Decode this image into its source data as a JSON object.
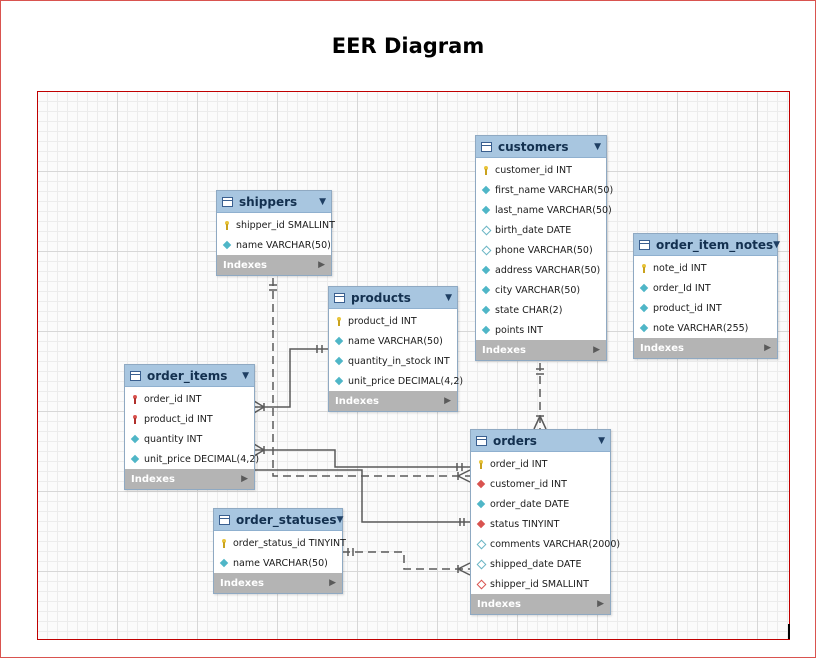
{
  "title": "EER Diagram",
  "indexes_label": "Indexes",
  "colors": {
    "header": "#a8c6e0",
    "frame": "#c00000",
    "line": "#5a5a5a"
  },
  "tables": {
    "shippers": {
      "name": "shippers",
      "columns": [
        {
          "text": "shipper_id SMALLINT",
          "icon": "pk"
        },
        {
          "text": "name VARCHAR(50)",
          "icon": "nn"
        }
      ]
    },
    "products": {
      "name": "products",
      "columns": [
        {
          "text": "product_id INT",
          "icon": "pk"
        },
        {
          "text": "name VARCHAR(50)",
          "icon": "nn"
        },
        {
          "text": "quantity_in_stock INT",
          "icon": "nn"
        },
        {
          "text": "unit_price DECIMAL(4,2)",
          "icon": "nn"
        }
      ]
    },
    "customers": {
      "name": "customers",
      "columns": [
        {
          "text": "customer_id INT",
          "icon": "pk"
        },
        {
          "text": "first_name VARCHAR(50)",
          "icon": "nn"
        },
        {
          "text": "last_name VARCHAR(50)",
          "icon": "nn"
        },
        {
          "text": "birth_date DATE",
          "icon": "col-i"
        },
        {
          "text": "phone VARCHAR(50)",
          "icon": "col-i"
        },
        {
          "text": "address VARCHAR(50)",
          "icon": "nn"
        },
        {
          "text": "city VARCHAR(50)",
          "icon": "nn"
        },
        {
          "text": "state CHAR(2)",
          "icon": "nn"
        },
        {
          "text": "points INT",
          "icon": "nn"
        }
      ]
    },
    "order_item_notes": {
      "name": "order_item_notes",
      "columns": [
        {
          "text": "note_id INT",
          "icon": "pk"
        },
        {
          "text": "order_Id INT",
          "icon": "nn"
        },
        {
          "text": "product_id INT",
          "icon": "nn"
        },
        {
          "text": "note VARCHAR(255)",
          "icon": "nn"
        }
      ]
    },
    "order_items": {
      "name": "order_items",
      "columns": [
        {
          "text": "order_id INT",
          "icon": "pkfk"
        },
        {
          "text": "product_id INT",
          "icon": "pkfk"
        },
        {
          "text": "quantity INT",
          "icon": "nn"
        },
        {
          "text": "unit_price DECIMAL(4,2)",
          "icon": "nn"
        }
      ]
    },
    "orders": {
      "name": "orders",
      "columns": [
        {
          "text": "order_id INT",
          "icon": "pk"
        },
        {
          "text": "customer_id INT",
          "icon": "fk"
        },
        {
          "text": "order_date DATE",
          "icon": "nn"
        },
        {
          "text": "status TINYINT",
          "icon": "fk"
        },
        {
          "text": "comments VARCHAR(2000)",
          "icon": "col-i"
        },
        {
          "text": "shipped_date DATE",
          "icon": "col-i"
        },
        {
          "text": "shipper_id SMALLINT",
          "icon": "fkn"
        }
      ]
    },
    "order_statuses": {
      "name": "order_statuses",
      "columns": [
        {
          "text": "order_status_id TINYINT",
          "icon": "pk"
        },
        {
          "text": "name VARCHAR(50)",
          "icon": "nn"
        }
      ]
    }
  }
}
